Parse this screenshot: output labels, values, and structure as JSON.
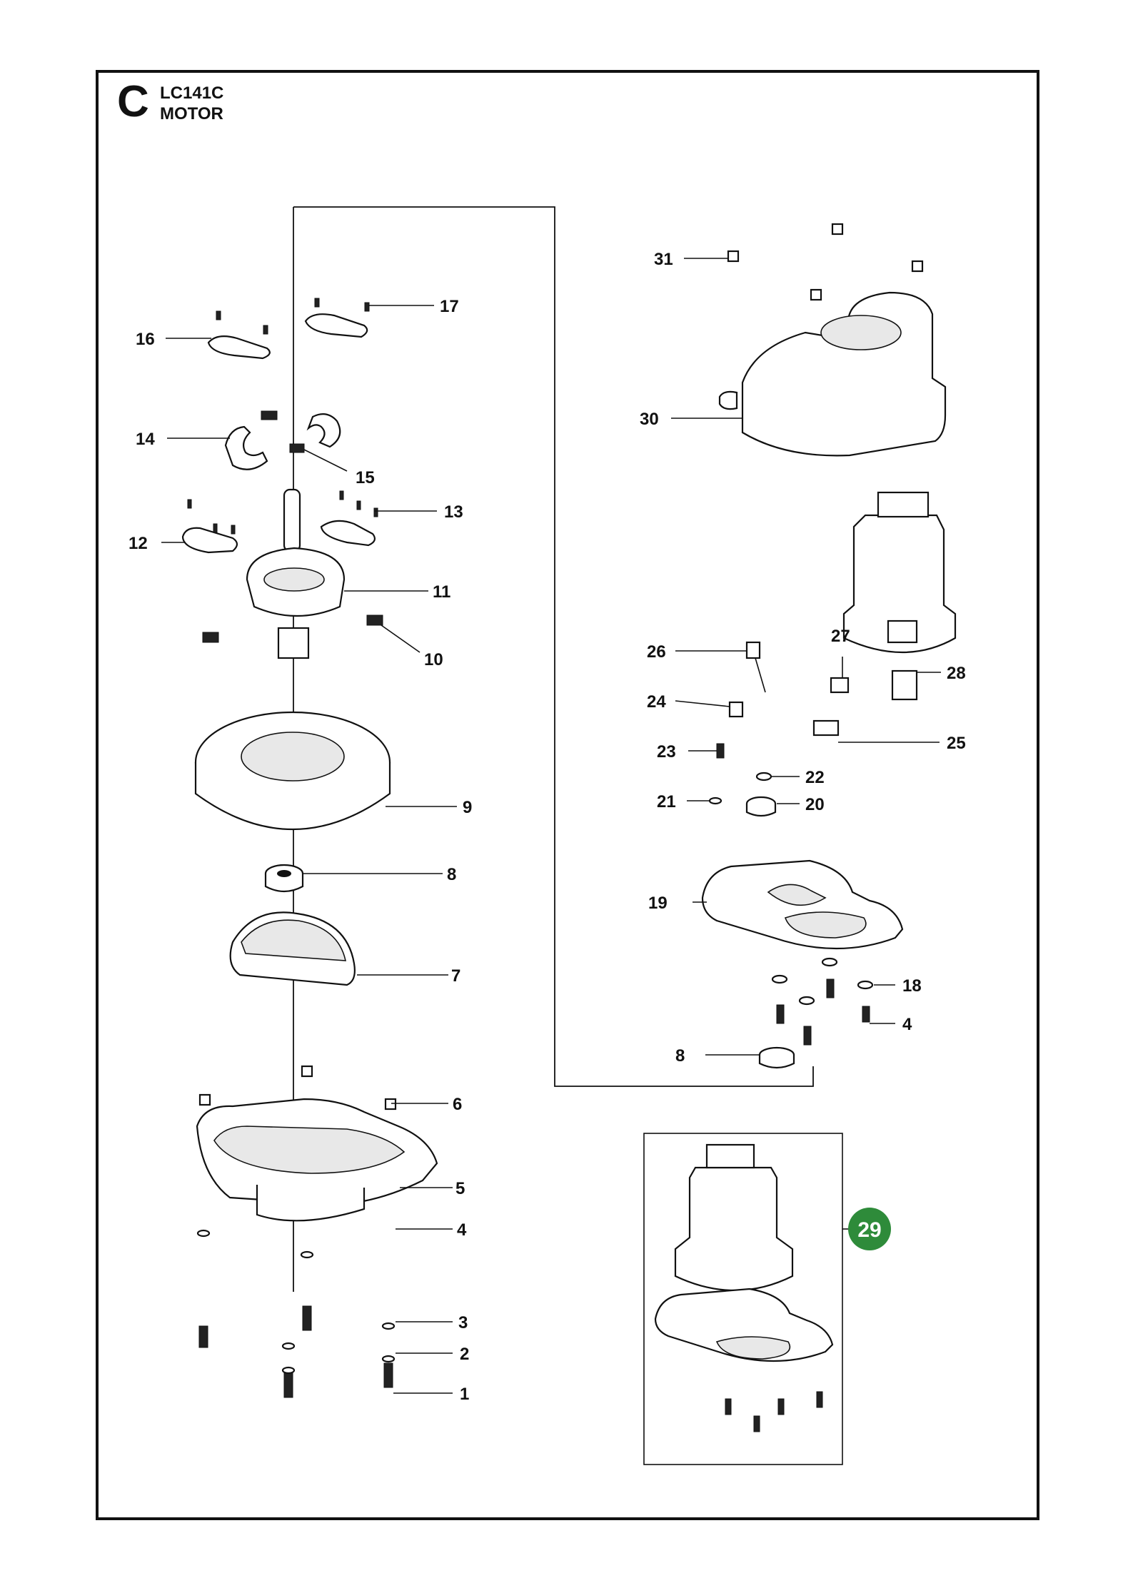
{
  "section": {
    "letter": "C",
    "model": "LC141C",
    "title": "MOTOR"
  },
  "callouts": [
    {
      "id": "1",
      "label": "1"
    },
    {
      "id": "2",
      "label": "2"
    },
    {
      "id": "3",
      "label": "3"
    },
    {
      "id": "4a",
      "label": "4"
    },
    {
      "id": "5",
      "label": "5"
    },
    {
      "id": "6",
      "label": "6"
    },
    {
      "id": "7",
      "label": "7"
    },
    {
      "id": "8a",
      "label": "8"
    },
    {
      "id": "9",
      "label": "9"
    },
    {
      "id": "10",
      "label": "10"
    },
    {
      "id": "11",
      "label": "11"
    },
    {
      "id": "12",
      "label": "12"
    },
    {
      "id": "13",
      "label": "13"
    },
    {
      "id": "14",
      "label": "14"
    },
    {
      "id": "15",
      "label": "15"
    },
    {
      "id": "16",
      "label": "16"
    },
    {
      "id": "17",
      "label": "17"
    },
    {
      "id": "18",
      "label": "18"
    },
    {
      "id": "4b",
      "label": "4"
    },
    {
      "id": "8b",
      "label": "8"
    },
    {
      "id": "19",
      "label": "19"
    },
    {
      "id": "20",
      "label": "20"
    },
    {
      "id": "21",
      "label": "21"
    },
    {
      "id": "22",
      "label": "22"
    },
    {
      "id": "23",
      "label": "23"
    },
    {
      "id": "24",
      "label": "24"
    },
    {
      "id": "25",
      "label": "25"
    },
    {
      "id": "26",
      "label": "26"
    },
    {
      "id": "27",
      "label": "27"
    },
    {
      "id": "28",
      "label": "28"
    },
    {
      "id": "30",
      "label": "30"
    },
    {
      "id": "31",
      "label": "31"
    }
  ],
  "assembly_badge": {
    "label": "29",
    "color": "#2e8b3a"
  },
  "colors": {
    "ink": "#111111",
    "background": "#ffffff"
  }
}
